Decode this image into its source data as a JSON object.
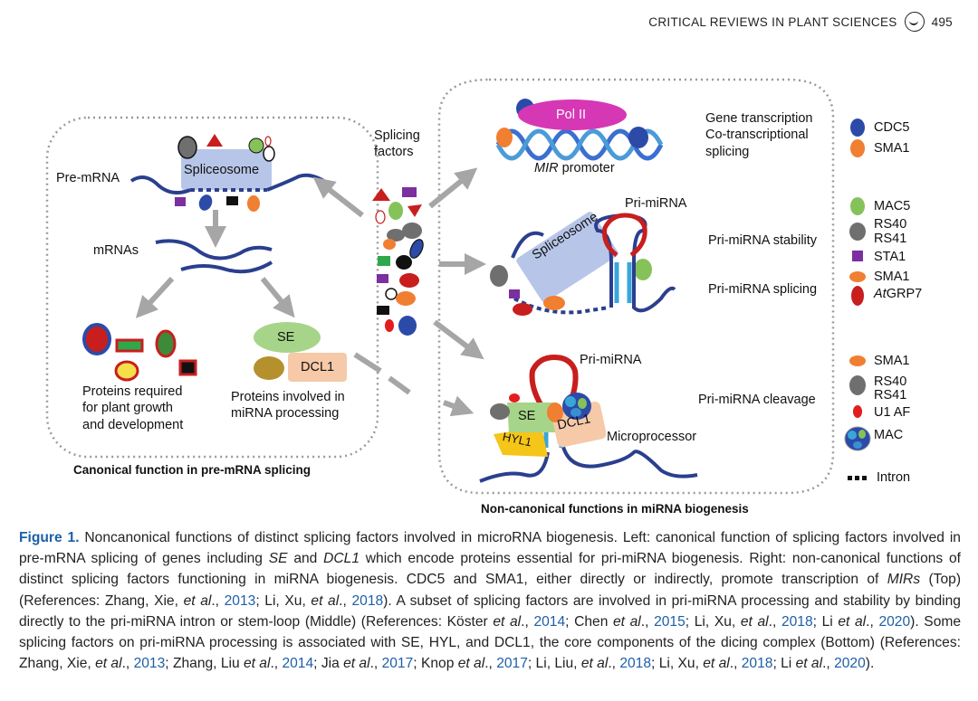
{
  "header": {
    "journal": "CRITICAL REVIEWS IN PLANT SCIENCES",
    "page": "495",
    "logo_icon": "journal-logo-icon"
  },
  "figure": {
    "left_panel": {
      "pre_mrna": "Pre-mRNA",
      "spliceosome": "Spliceosome",
      "mrnas": "mRNAs",
      "se": "SE",
      "dcl1": "DCL1",
      "proteins_growth": [
        "Proteins required",
        "for plant growth",
        "and development"
      ],
      "proteins_mirna": [
        "Proteins involved in",
        "miRNA processing"
      ],
      "title": "Canonical function in pre-mRNA splicing"
    },
    "center": {
      "splicing_factors": [
        "Splicing",
        "factors"
      ]
    },
    "right_panel": {
      "pol2": "Pol II",
      "mir_promoter_italic": "MIR",
      "mir_promoter_rest": " promoter",
      "top_function": [
        "Gene transcription",
        "Co-transcriptional",
        "splicing"
      ],
      "pri_mirna_mid": "Pri-miRNA",
      "spliceosome_mid": "Spliceosome",
      "stability": "Pri-miRNA stability",
      "splicing": "Pri-miRNA splicing",
      "pri_mirna_bottom": "Pri-miRNA",
      "cleavage": "Pri-miRNA cleavage",
      "se": "SE",
      "dcl1": "DCL1",
      "hyl1": "HYL1",
      "microprocessor": "Microprocessor",
      "title": "Non-canonical functions in miRNA biogenesis"
    },
    "legend": {
      "top": [
        {
          "name": "CDC5",
          "color": "#2c4aa8",
          "shape": "ellipse"
        },
        {
          "name": "SMA1",
          "color": "#f07f32",
          "shape": "ellipse"
        }
      ],
      "middle": [
        {
          "name": "MAC5",
          "color": "#86c25a",
          "shape": "ellipse"
        },
        {
          "name": "RS40",
          "name2": "RS41",
          "color": "#6f6f6f",
          "shape": "ellipse"
        },
        {
          "name": "STA1",
          "color": "#7b2fa0",
          "shape": "square"
        },
        {
          "name": "SMA1",
          "color": "#f07f32",
          "shape": "ellipse"
        },
        {
          "name": "AtGRP7",
          "name_italic": "At",
          "name_rest": "GRP7",
          "color": "#c81e1e",
          "shape": "ellipse"
        }
      ],
      "bottom": [
        {
          "name": "SMA1",
          "color": "#f07f32",
          "shape": "ellipse"
        },
        {
          "name": "RS40",
          "name2": "RS41",
          "color": "#6f6f6f",
          "shape": "ellipse"
        },
        {
          "name": "U1 AF",
          "color": "#e31d1d",
          "shape": "ellipse"
        },
        {
          "name": "MAC",
          "color": "#3a8fd0",
          "shape": "complex"
        }
      ],
      "intron": "Intron"
    }
  },
  "caption": {
    "label": "Figure 1.",
    "segments": [
      {
        "t": " Noncanonical functions of distinct splicing factors involved in microRNA biogenesis. Left: canonical function of splicing factors involved in pre-mRNA splicing of genes including "
      },
      {
        "t": "SE",
        "i": true
      },
      {
        "t": " and "
      },
      {
        "t": "DCL1",
        "i": true
      },
      {
        "t": " which encode proteins essential for pri-miRNA biogenesis. Right: non-canonical functions of distinct splicing factors functioning in miRNA biogenesis. CDC5 and SMA1, either directly or indirectly, promote transcription of "
      },
      {
        "t": "MIRs",
        "i": true
      },
      {
        "t": " (Top) (References: Zhang, Xie, "
      },
      {
        "t": "et al",
        "i": true
      },
      {
        "t": "., "
      },
      {
        "t": "2013",
        "r": true
      },
      {
        "t": "; Li, Xu, "
      },
      {
        "t": "et al",
        "i": true
      },
      {
        "t": "., "
      },
      {
        "t": "2018",
        "r": true
      },
      {
        "t": "). A subset of splicing factors are involved in pri-miRNA processing and stability by binding directly to the pri-miRNA intron or stem-loop (Middle) (References: Köster "
      },
      {
        "t": "et al",
        "i": true
      },
      {
        "t": "., "
      },
      {
        "t": "2014",
        "r": true
      },
      {
        "t": "; Chen "
      },
      {
        "t": "et al",
        "i": true
      },
      {
        "t": "., "
      },
      {
        "t": "2015",
        "r": true
      },
      {
        "t": "; Li, Xu, "
      },
      {
        "t": "et al",
        "i": true
      },
      {
        "t": "., "
      },
      {
        "t": "2018",
        "r": true
      },
      {
        "t": "; Li "
      },
      {
        "t": "et al",
        "i": true
      },
      {
        "t": "., "
      },
      {
        "t": "2020",
        "r": true
      },
      {
        "t": "). Some splicing factors on pri-miRNA processing is associated with SE, HYL, and DCL1, the core components of the dicing complex (Bottom) (References: Zhang, Xie, "
      },
      {
        "t": "et al",
        "i": true
      },
      {
        "t": "., "
      },
      {
        "t": "2013",
        "r": true
      },
      {
        "t": "; Zhang, Liu "
      },
      {
        "t": "et al",
        "i": true
      },
      {
        "t": "., "
      },
      {
        "t": "2014",
        "r": true
      },
      {
        "t": "; Jia "
      },
      {
        "t": "et al",
        "i": true
      },
      {
        "t": "., "
      },
      {
        "t": "2017",
        "r": true
      },
      {
        "t": "; Knop "
      },
      {
        "t": "et al",
        "i": true
      },
      {
        "t": "., "
      },
      {
        "t": "2017",
        "r": true
      },
      {
        "t": "; Li, Liu, "
      },
      {
        "t": "et al",
        "i": true
      },
      {
        "t": "., "
      },
      {
        "t": "2018",
        "r": true
      },
      {
        "t": "; Li, Xu, "
      },
      {
        "t": "et al",
        "i": true
      },
      {
        "t": "., "
      },
      {
        "t": "2018",
        "r": true
      },
      {
        "t": "; Li "
      },
      {
        "t": "et al",
        "i": true
      },
      {
        "t": "., "
      },
      {
        "t": "2020",
        "r": true
      },
      {
        "t": ")."
      }
    ]
  }
}
